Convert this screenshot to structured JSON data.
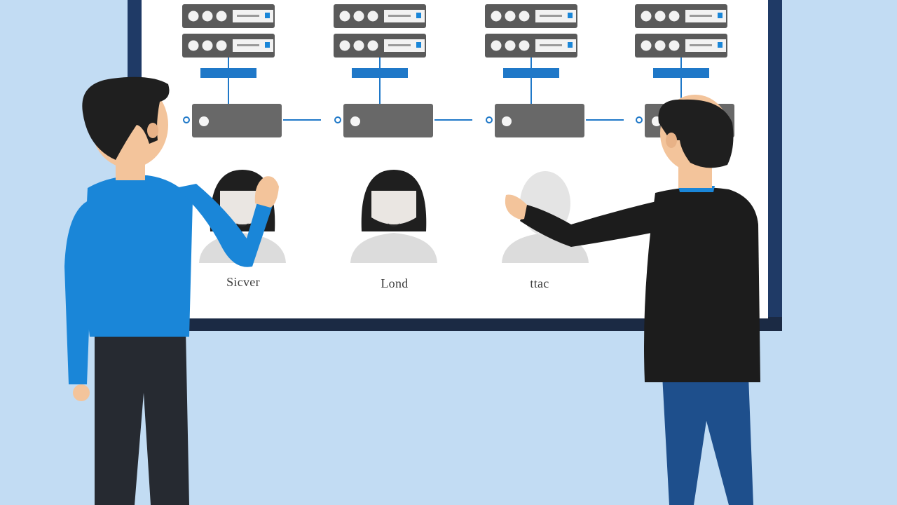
{
  "captions": [
    "Sicver",
    "Lond",
    "ttac"
  ],
  "colors": {
    "background": "#c2dcf3",
    "board_frame": "#1f3a66",
    "board_frame_bottom": "#1b2a44",
    "board_surface": "#ffffff",
    "server_body": "#686868",
    "connector": "#1f78c8",
    "accent_blue": "#1a86d8",
    "dark_suit": "#1c1c1c",
    "hair": "#1f1f1f",
    "skin": "#f3c49b",
    "avatar_gray": "#dcdcdc"
  },
  "icons": [
    "server-rack-icon",
    "switch-bar-icon",
    "server-unit-icon",
    "user-avatar-icon"
  ]
}
